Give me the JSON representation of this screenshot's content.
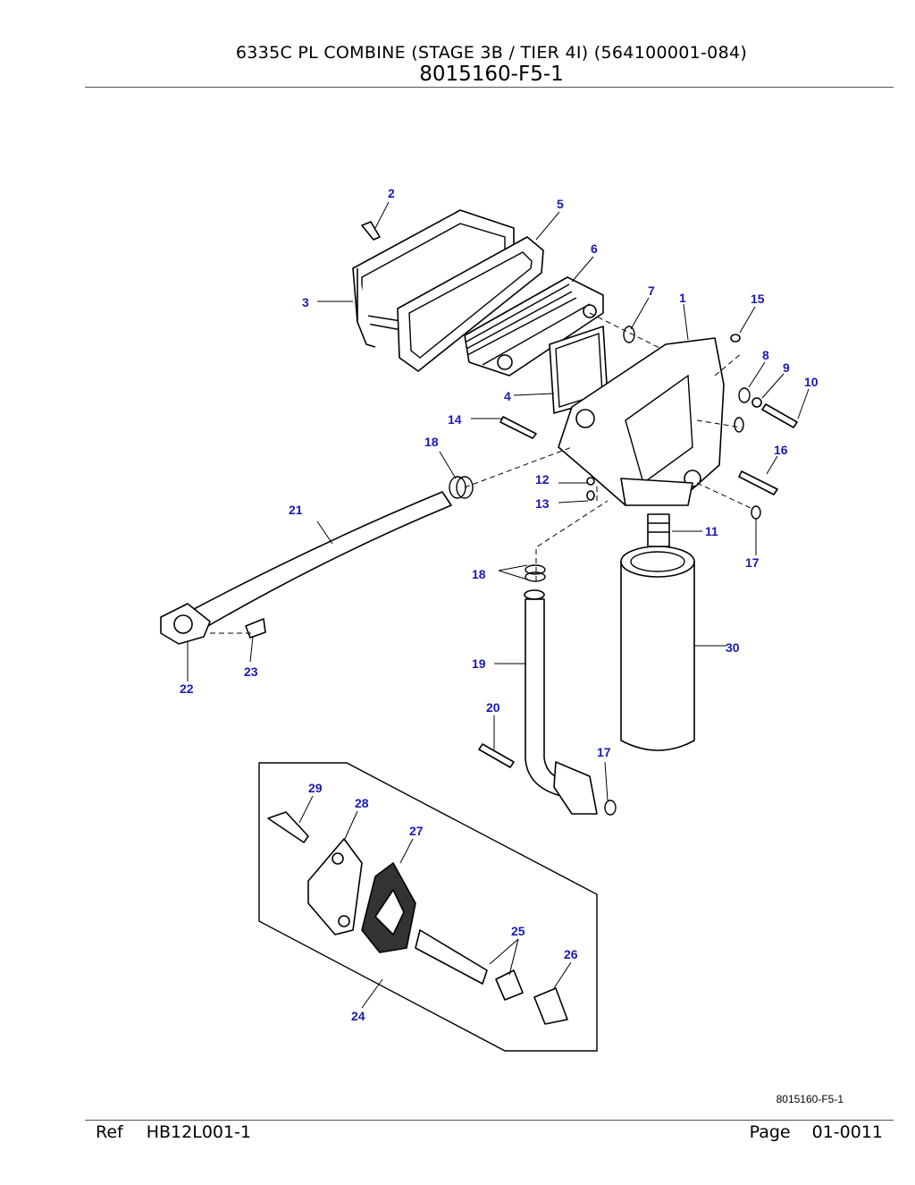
{
  "header": {
    "title": "6335C PL COMBINE (STAGE 3B / TIER 4I) (564100001-084)",
    "figure": "8015160-F5-1"
  },
  "figure_id": "8015160-F5-1",
  "footer": {
    "ref_label": "Ref",
    "ref_value": "HB12L001-1",
    "page_label": "Page",
    "page_value": "01-0011"
  },
  "callouts": [
    "1",
    "2",
    "3",
    "4",
    "5",
    "6",
    "7",
    "8",
    "9",
    "10",
    "11",
    "12",
    "13",
    "14",
    "15",
    "16",
    "17",
    "17",
    "18",
    "18",
    "19",
    "20",
    "21",
    "22",
    "23",
    "24",
    "25",
    "26",
    "27",
    "28",
    "29",
    "30"
  ],
  "colors": {
    "callout": "#1a1ab0",
    "line": "#000000"
  }
}
